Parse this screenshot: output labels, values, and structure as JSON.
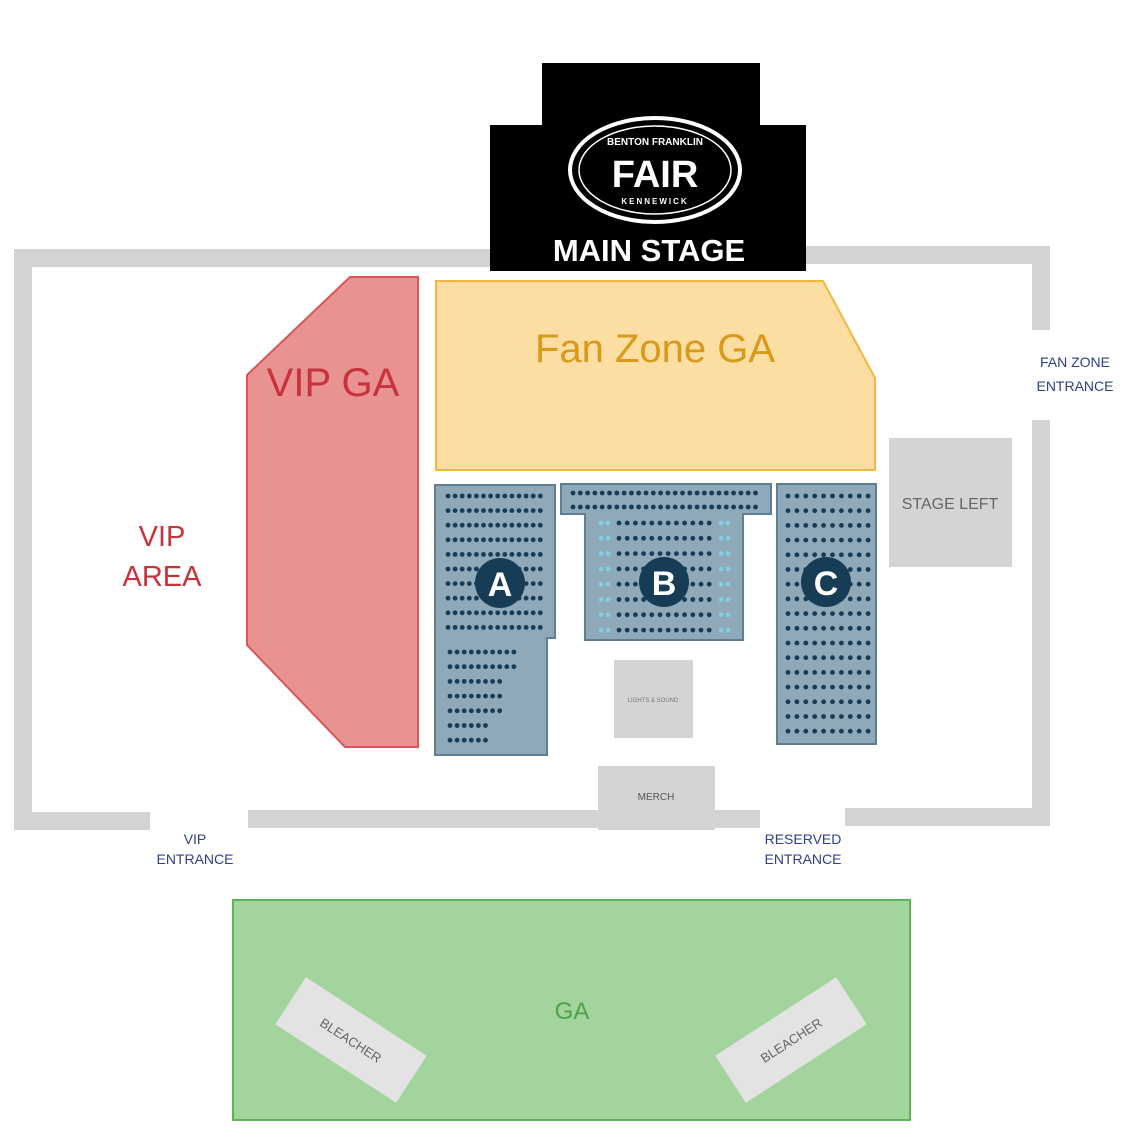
{
  "stage": {
    "logo_top": "BENTON FRANKLIN",
    "logo_main": "FAIR",
    "logo_bottom": "KENNEWICK",
    "label": "MAIN STAGE"
  },
  "zones": {
    "vip_ga": "VIP GA",
    "fan_zone_ga": "Fan Zone GA",
    "vip_area_line1": "VIP",
    "vip_area_line2": "AREA",
    "stage_left": "STAGE LEFT",
    "lights_sound": "LIGHTS & SOUND",
    "merch": "MERCH",
    "ga": "GA",
    "bleacher_left": "BLEACHER",
    "bleacher_right": "BLEACHER"
  },
  "sections": {
    "a": "A",
    "b": "B",
    "c": "C"
  },
  "entrances": {
    "fan_zone_line1": "FAN ZONE",
    "fan_zone_line2": "ENTRANCE",
    "vip_line1": "VIP",
    "vip_line2": "ENTRANCE",
    "reserved_line1": "RESERVED",
    "reserved_line2": "ENTRANCE"
  },
  "colors": {
    "stage": "#000000",
    "fence": "#d3d3d3",
    "vip": "#e89292",
    "vip_text": "#c8323a",
    "fan_zone": "#fcdea2",
    "fan_zone_text": "#d99a1c",
    "reserved_section": "#8fa9b9",
    "seat": "#173c56",
    "ga": "#a4d49d",
    "ga_text": "#4da446",
    "entrance_text": "#2f3f86"
  }
}
